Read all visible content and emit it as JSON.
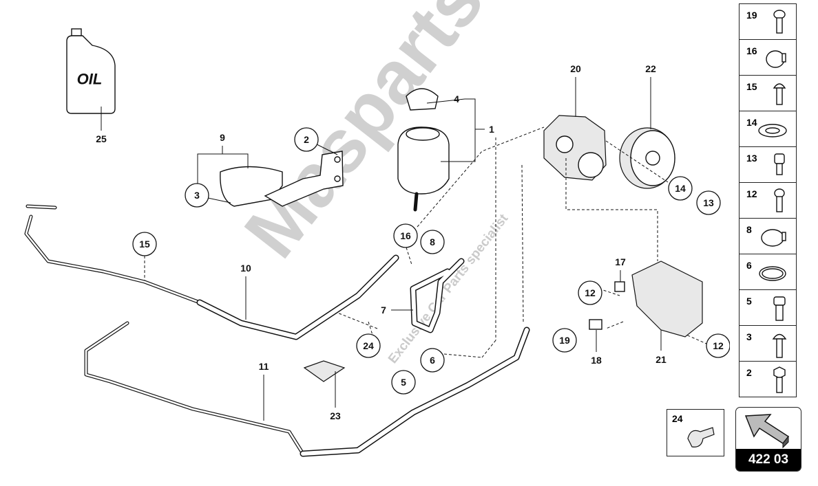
{
  "diagram": {
    "oil_label": "OIL",
    "callouts": {
      "c1": "1",
      "c2": "2",
      "c3": "3",
      "c4": "4",
      "c5": "5",
      "c6": "6",
      "c7": "7",
      "c8": "8",
      "c9": "9",
      "c10": "10",
      "c11": "11",
      "c12a": "12",
      "c12b": "12",
      "c13": "13",
      "c14": "14",
      "c15": "15",
      "c16": "16",
      "c17": "17",
      "c18": "18",
      "c19": "19",
      "c20": "20",
      "c21": "21",
      "c22": "22",
      "c23": "23",
      "c24": "24",
      "c25": "25"
    }
  },
  "sidebar": {
    "items": [
      {
        "number": "19",
        "icon": "bolt-flange-icon"
      },
      {
        "number": "16",
        "icon": "hose-clamp-icon"
      },
      {
        "number": "15",
        "icon": "bolt-round-head-icon"
      },
      {
        "number": "14",
        "icon": "washer-icon"
      },
      {
        "number": "13",
        "icon": "socket-bolt-icon"
      },
      {
        "number": "12",
        "icon": "bolt-flange-icon"
      },
      {
        "number": "8",
        "icon": "hose-clamp-icon"
      },
      {
        "number": "6",
        "icon": "seal-ring-icon"
      },
      {
        "number": "5",
        "icon": "banjo-bolt-icon"
      },
      {
        "number": "3",
        "icon": "bolt-round-head-icon"
      },
      {
        "number": "2",
        "icon": "hex-bolt-icon"
      }
    ]
  },
  "detail_box": {
    "number": "24",
    "icon": "pipe-clip-icon"
  },
  "reference": {
    "number": "422 03",
    "icon": "arrow-icon"
  },
  "watermark": {
    "brand": "Masparts",
    "tagline": "Exclusive Car Parts specialist"
  }
}
